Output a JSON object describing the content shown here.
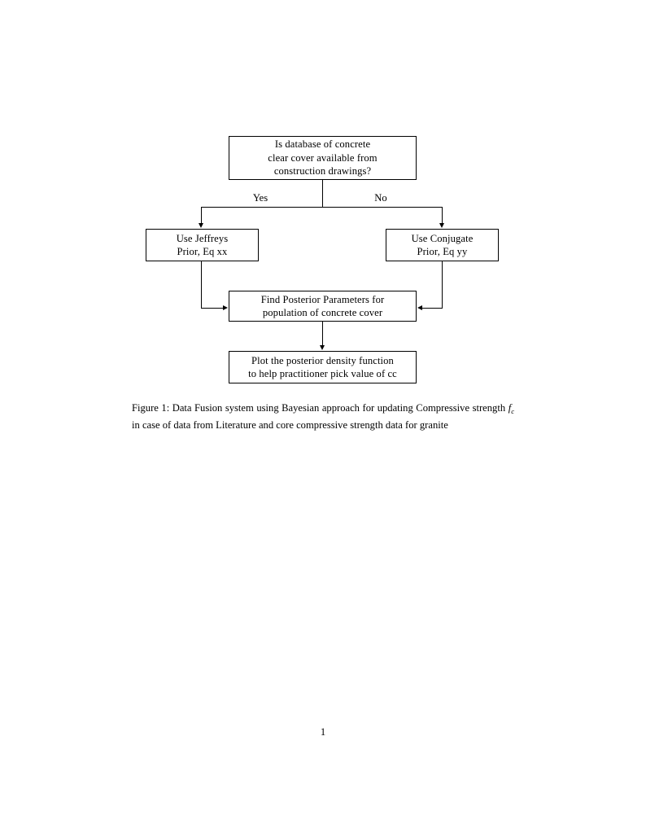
{
  "document": {
    "page_number": "1",
    "background_color": "#ffffff",
    "ink_color": "#000000"
  },
  "figure": {
    "nodes": {
      "decision": {
        "lines": [
          "Is database of concrete",
          "clear cover available from",
          "construction drawings?"
        ]
      },
      "jeffreys": {
        "lines": [
          "Use Jeffreys",
          "Prior, Eq xx"
        ]
      },
      "conjugate": {
        "lines": [
          "Use Conjugate",
          "Prior, Eq yy"
        ]
      },
      "posterior": {
        "lines": [
          "Find Posterior Parameters for",
          "population of concrete cover"
        ]
      },
      "plot": {
        "lines": [
          "Plot the posterior density function",
          "to help practitioner pick value of cc"
        ]
      }
    },
    "edge_labels": {
      "yes": "Yes",
      "no": "No"
    }
  },
  "caption": {
    "label": "Figure 1:",
    "text_before_symbol": "Data Fusion system using Bayesian approach for updating Compressive strength",
    "symbol_base": "f",
    "symbol_subscript": "c",
    "text_after_symbol": "in case of data from Literature and core compressive strength data for granite"
  }
}
